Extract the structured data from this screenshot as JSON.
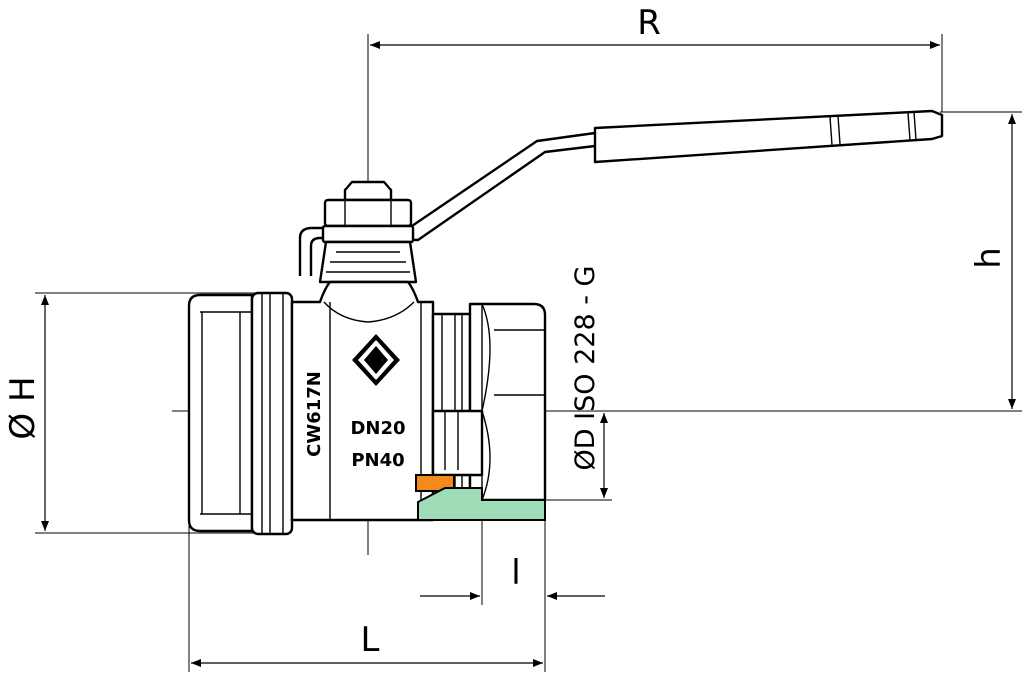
{
  "dimensions": {
    "R": "R",
    "h": "h",
    "H": "Ø H",
    "D": "ØD ISO 228 - G",
    "l": "l",
    "L": "L"
  },
  "markings": {
    "material": "CW617N",
    "dn": "DN20",
    "pn": "PN40"
  },
  "colors": {
    "gasket": "#f28a1e",
    "seal": "#9fdcb8",
    "line": "#000000"
  }
}
